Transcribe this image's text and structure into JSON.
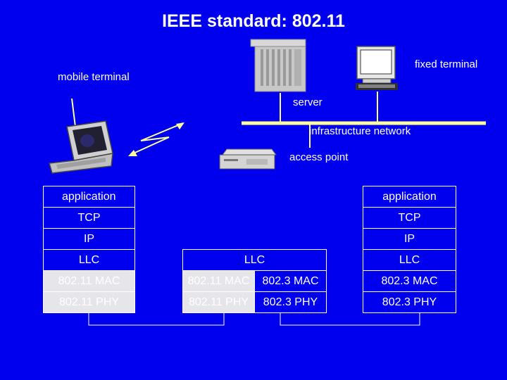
{
  "title": "IEEE standard: 802.11",
  "labels": {
    "fixed_terminal": "fixed terminal",
    "mobile_terminal": "mobile terminal",
    "server": "server",
    "infrastructure_network": "infrastructure network",
    "access_point": "access point"
  },
  "mobile_stack": {
    "application": "application",
    "tcp": "TCP",
    "ip": "IP",
    "llc": "LLC",
    "mac": "802.11 MAC",
    "phy": "802.11 PHY"
  },
  "ap_stack": {
    "llc": "LLC",
    "wlan_mac": "802.11 MAC",
    "wlan_phy": "802.11 PHY",
    "lan_mac": "802.3 MAC",
    "lan_phy": "802.3 PHY"
  },
  "fixed_stack": {
    "application": "application",
    "tcp": "TCP",
    "ip": "IP",
    "llc": "LLC",
    "mac": "802.3 MAC",
    "phy": "802.3 PHY"
  },
  "colors": {
    "background": "#0000ee",
    "network_line": "#ffff99",
    "radio_arrow": "#ffff99",
    "wlan_layer": "#e6e6ea",
    "text": "#ffffff"
  }
}
